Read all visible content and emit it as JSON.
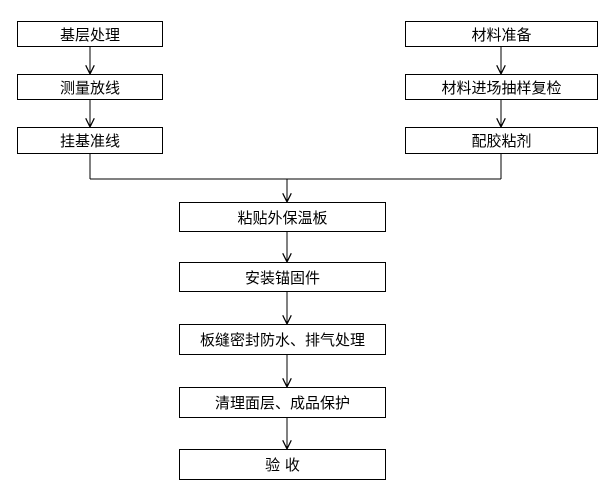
{
  "flowchart": {
    "left_branch": {
      "step1": "基层处理",
      "step2": "测量放线",
      "step3": "挂基准线"
    },
    "right_branch": {
      "step1": "材料准备",
      "step2": "材料进场抽样复检",
      "step3": "配胶粘剂"
    },
    "main": {
      "step1": "粘贴外保温板",
      "step2": "安装锚固件",
      "step3": "板缝密封防水、排气处理",
      "step4": "清理面层、成品保护",
      "step5": "验 收"
    }
  },
  "colors": {
    "stroke": "#000000",
    "box_fill": "#ffffff",
    "text": "#000000"
  }
}
